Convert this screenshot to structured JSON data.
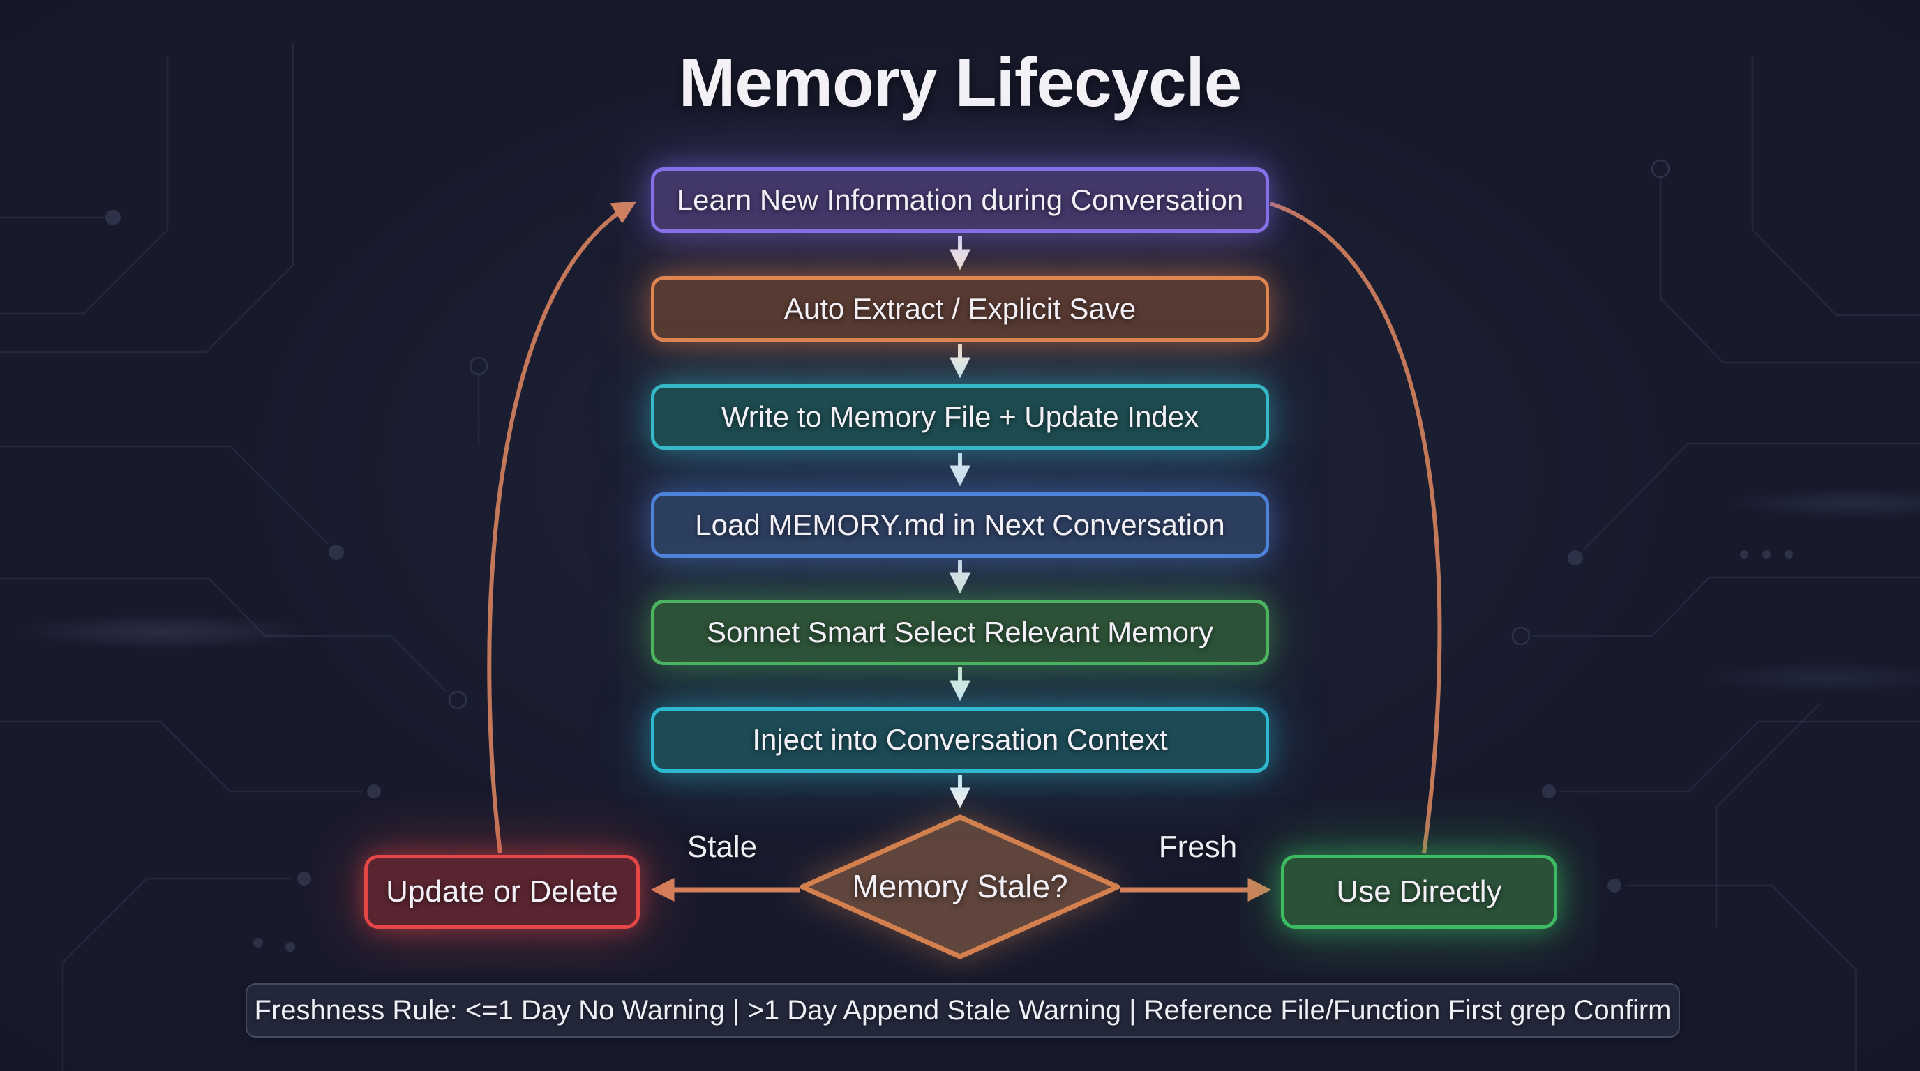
{
  "title": "Memory Lifecycle",
  "flow": {
    "steps": [
      {
        "label": "Learn New Information during Conversation",
        "border": "#8471ea",
        "fill": "#43386a",
        "glow": "rgba(132,113,234,0.42)"
      },
      {
        "label": "Auto Extract / Explicit Save",
        "border": "#e08450",
        "fill": "#573a31",
        "glow": "rgba(224,132,80,0.38)"
      },
      {
        "label": "Write to Memory File + Update Index",
        "border": "#36bac9",
        "fill": "#1d4b4f",
        "glow": "rgba(54,186,201,0.38)"
      },
      {
        "label": "Load MEMORY.md in Next Conversation",
        "border": "#4e83da",
        "fill": "#2d3f60",
        "glow": "rgba(78,131,218,0.38)"
      },
      {
        "label": "Sonnet Smart Select Relevant Memory",
        "border": "#4db45f",
        "fill": "#2d5237",
        "glow": "rgba(77,180,95,0.38)"
      },
      {
        "label": "Inject into Conversation Context",
        "border": "#2fb9cf",
        "fill": "#1c4a55",
        "glow": "rgba(47,185,207,0.38)"
      }
    ],
    "decision": {
      "label": "Memory Stale?",
      "border": "#d4804e",
      "fill": "#5f453c",
      "glow": "rgba(212,128,78,0.42)"
    },
    "branches": {
      "stale": {
        "edge_label": "Stale",
        "label": "Update or Delete",
        "border": "#e54646",
        "fill": "#5a2530",
        "glow": "rgba(229,70,70,0.45)"
      },
      "fresh": {
        "edge_label": "Fresh",
        "label": "Use Directly",
        "border": "#3dbb62",
        "fill": "#2b5138",
        "glow": "rgba(61,187,98,0.50)"
      }
    }
  },
  "footer": {
    "text": "Freshness Rule: <=1 Day No Warning | >1 Day Append Stale Warning | Reference File/Function First grep Confirm"
  },
  "colors": {
    "background": "#181a2c",
    "arrow_white": "#f3f3f6",
    "connector": "#c4785a",
    "connector_bright": "#d4825c"
  }
}
